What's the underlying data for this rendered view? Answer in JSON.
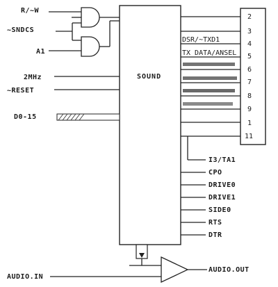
{
  "diagram": {
    "chip_label": "SOUND",
    "left_signals": [
      "R/~W",
      "~SNDCS",
      "A1",
      "2MHz",
      "~RESET",
      "D0-15"
    ],
    "bottom_left_label": "AUDIO.IN",
    "bottom_right_label": "AUDIO.OUT",
    "connector_pins": [
      "2",
      "3",
      "4",
      "5",
      "6",
      "7",
      "8",
      "9",
      "1",
      "11"
    ],
    "connector_row_labels": [
      "",
      "DSR/~TXD1",
      "TX DATA/ANSEL",
      "",
      "",
      "",
      "",
      "",
      "",
      ""
    ],
    "right_outputs": [
      "I3/TA1",
      "CPO",
      "DRIVE0",
      "DRIVE1",
      "SIDE0",
      "RTS",
      "DTR"
    ]
  }
}
